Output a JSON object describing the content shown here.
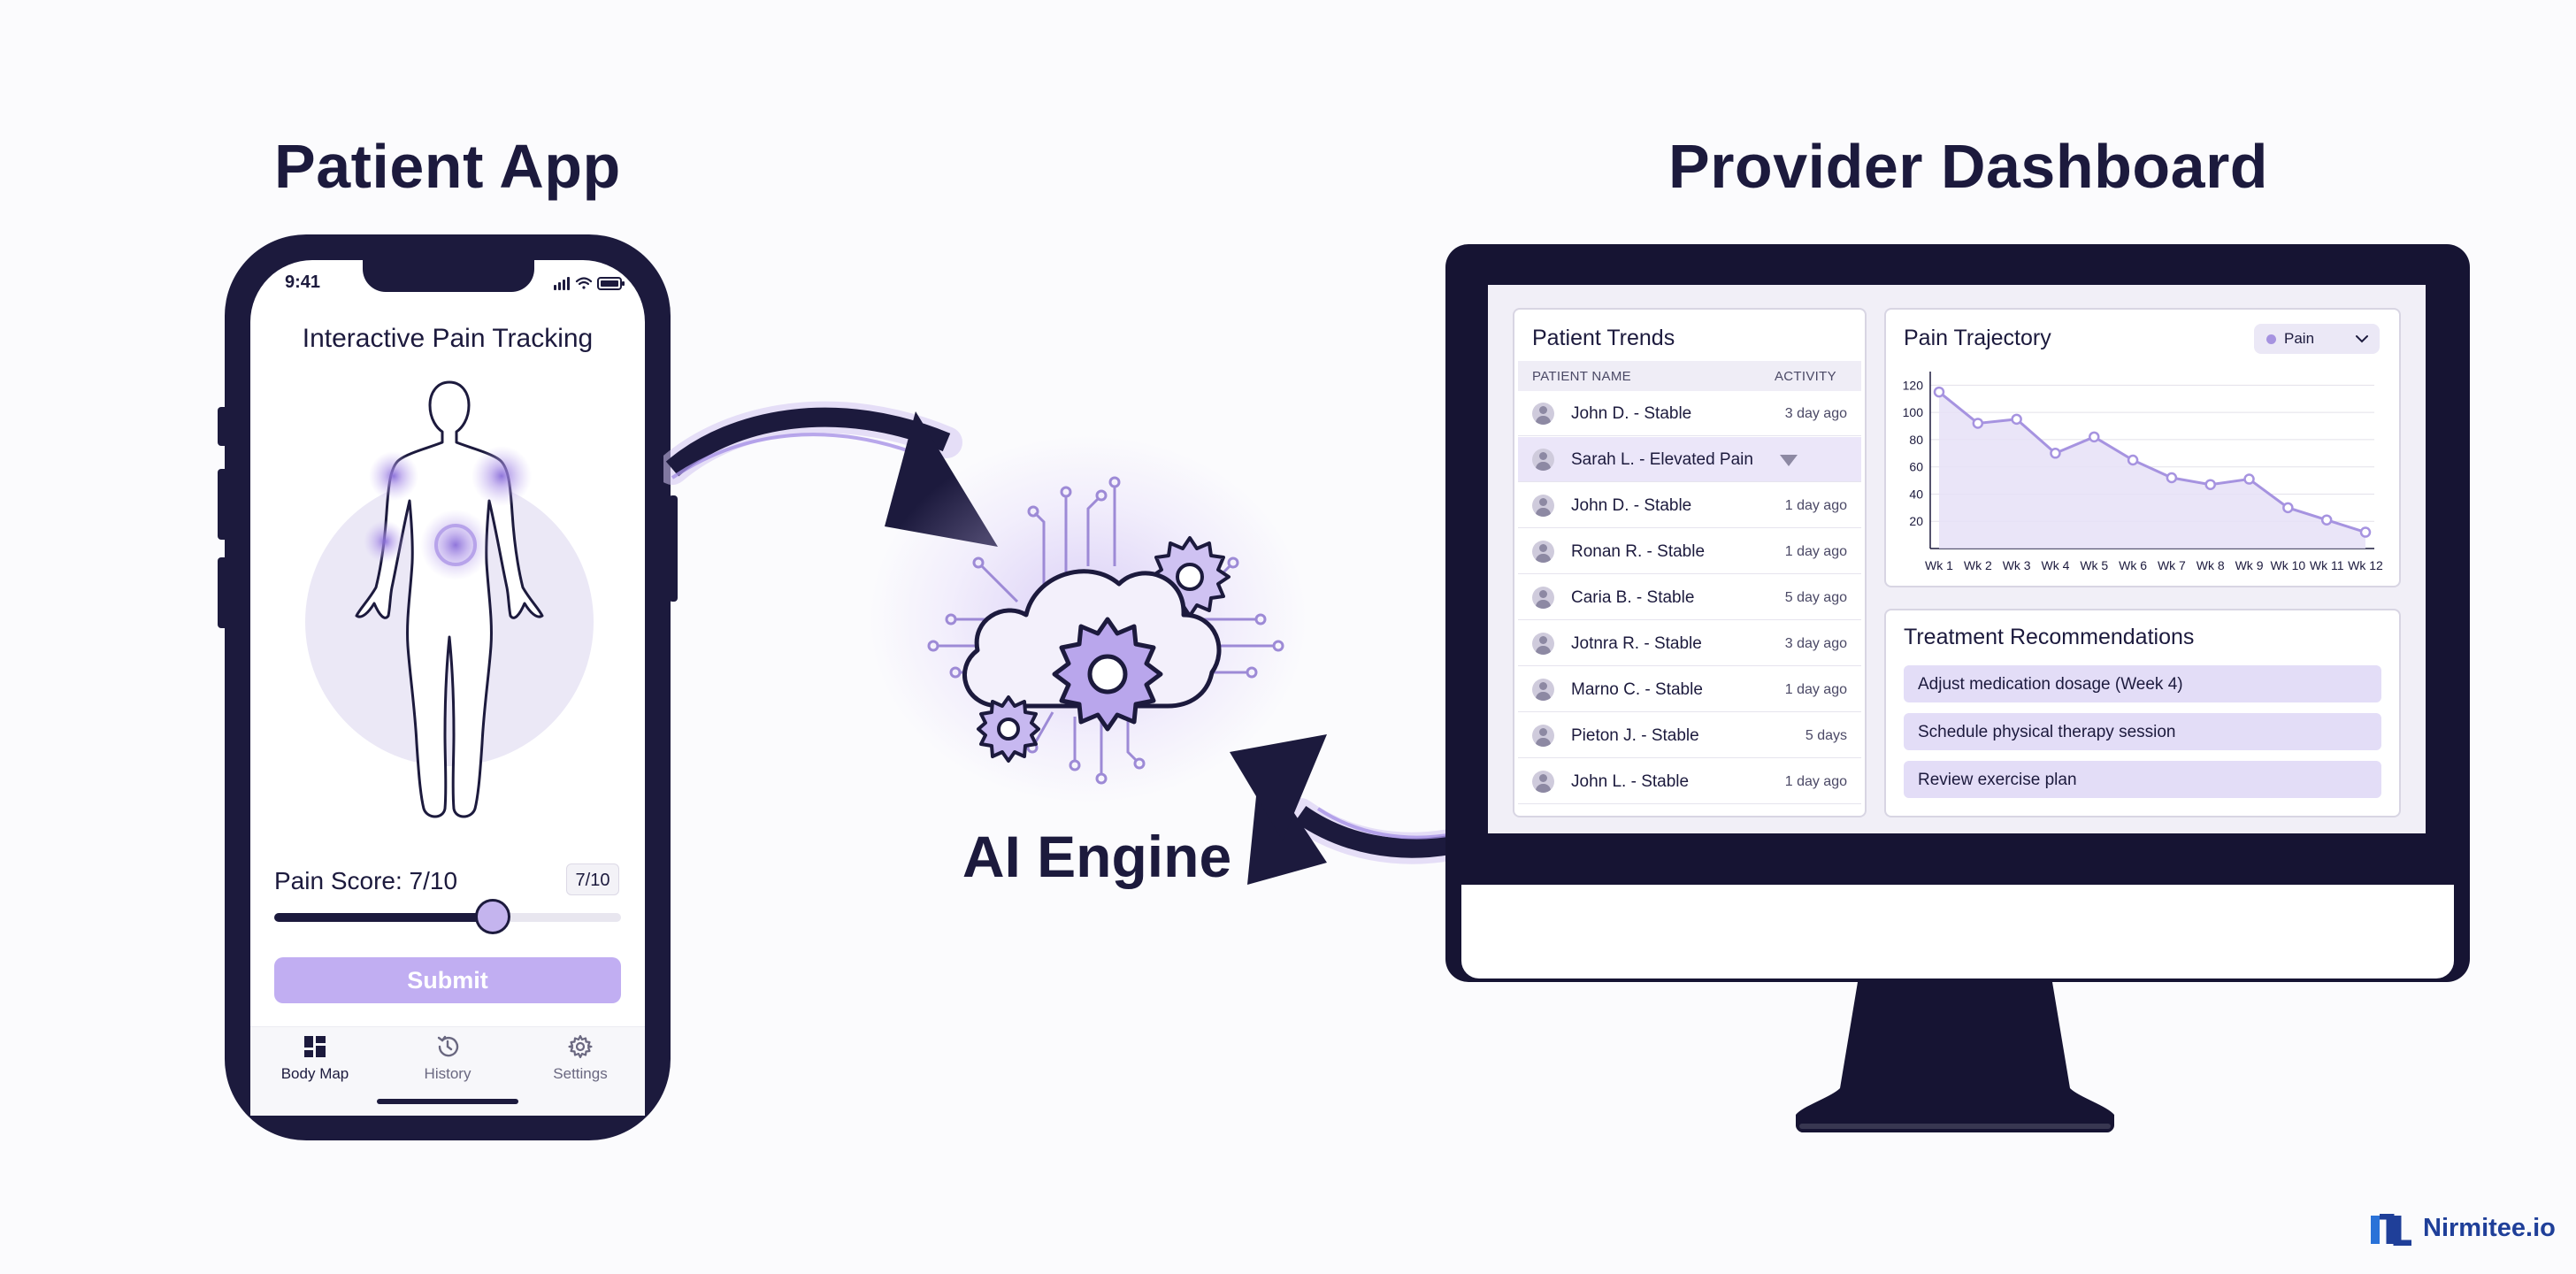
{
  "headings": {
    "patient_app": "Patient App",
    "provider_dashboard": "Provider Dashboard",
    "ai_engine": "AI Engine"
  },
  "phone": {
    "status_time": "9:41",
    "title": "Interactive Pain Tracking",
    "pain_score_label": "Pain Score: 7/10",
    "pain_score_chip": "7/10",
    "pain_value": 7,
    "pain_max": 10,
    "submit_label": "Submit",
    "tabs": [
      {
        "label": "Body Map",
        "icon": "grid-icon",
        "active": true
      },
      {
        "label": "History",
        "icon": "history-icon",
        "active": false
      },
      {
        "label": "Settings",
        "icon": "gear-icon",
        "active": false
      }
    ]
  },
  "dashboard": {
    "trends": {
      "title": "Patient Trends",
      "col_name": "PATIENT NAME",
      "col_activity": "ACTIVITY",
      "rows": [
        {
          "name": "John D. - Stable",
          "activity": "3 day ago",
          "selected": false
        },
        {
          "name": "Sarah L. - Elevated Pain",
          "activity": "",
          "selected": true
        },
        {
          "name": "John D. - Stable",
          "activity": "1 day ago",
          "selected": false
        },
        {
          "name": "Ronan R. - Stable",
          "activity": "1 day ago",
          "selected": false
        },
        {
          "name": "Caria B. - Stable",
          "activity": "5 day ago",
          "selected": false
        },
        {
          "name": "Jotnra R. - Stable",
          "activity": "3 day ago",
          "selected": false
        },
        {
          "name": "Marno C. - Stable",
          "activity": "1 day ago",
          "selected": false
        },
        {
          "name": "Pieton J. - Stable",
          "activity": "5 days",
          "selected": false
        },
        {
          "name": "John L. - Stable",
          "activity": "1 day ago",
          "selected": false
        }
      ]
    },
    "trajectory": {
      "title": "Pain Trajectory",
      "legend_label": "Pain"
    },
    "treatment": {
      "title": "Treatment Recommendations",
      "items": [
        "Adjust medication dosage (Week 4)",
        "Schedule physical therapy session",
        "Review exercise plan"
      ]
    }
  },
  "chart_data": {
    "type": "line",
    "title": "Pain Trajectory",
    "categories": [
      "Wk 1",
      "Wk 2",
      "Wk 3",
      "Wk 4",
      "Wk 5",
      "Wk 6",
      "Wk 7",
      "Wk 8",
      "Wk 9",
      "Wk 10",
      "Wk 11",
      "Wk 12"
    ],
    "series": [
      {
        "name": "Pain",
        "values": [
          115,
          92,
          95,
          70,
          82,
          65,
          52,
          47,
          51,
          30,
          21,
          12
        ]
      }
    ],
    "yticks": [
      120,
      100,
      80,
      60,
      40,
      20
    ],
    "ylim": [
      0,
      130
    ],
    "grid": true,
    "legend": "top-right",
    "color": "#a693e0"
  },
  "logo": {
    "text": "Nirmitee.io"
  },
  "colors": {
    "navy": "#1c1a3d",
    "lavender": "#c1aef2",
    "accent": "#8a6fd9",
    "brand_blue": "#1f3f99"
  }
}
